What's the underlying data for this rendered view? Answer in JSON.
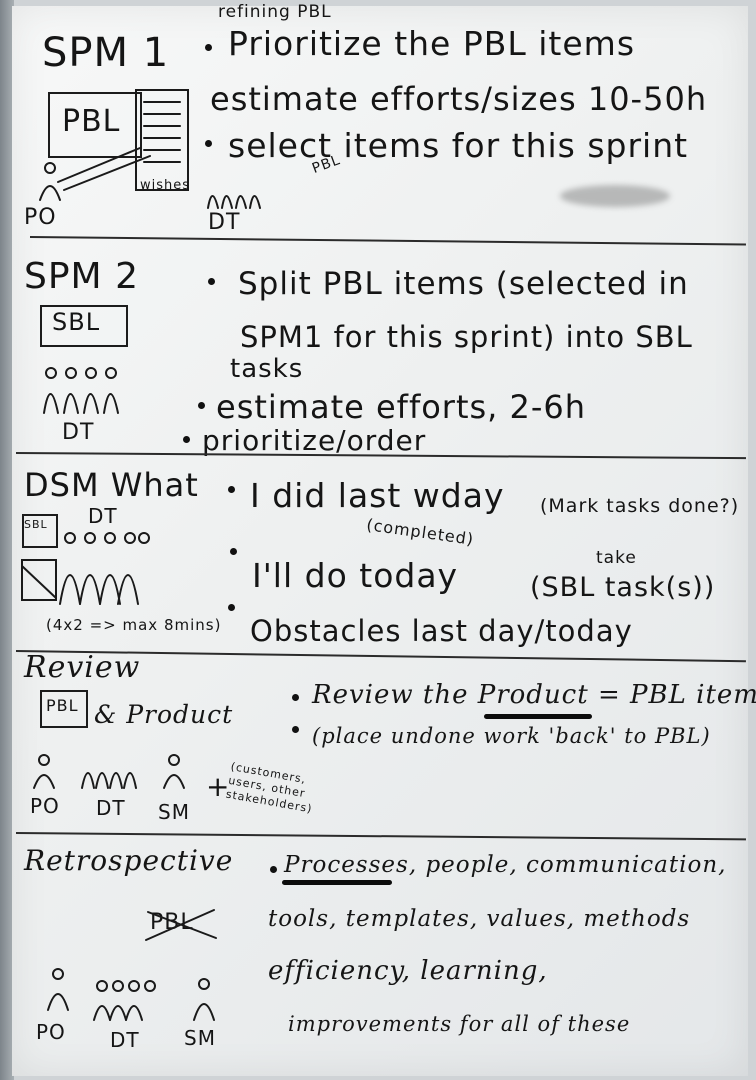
{
  "sections": {
    "spm1": {
      "title": "SPM 1",
      "note_top": "refining PBL",
      "bullets": [
        "Prioritize the PBL items",
        "estimate efforts/sizes 10-50h",
        "select items for this sprint"
      ],
      "insert_pbl": "PBL",
      "sketch": {
        "box_label": "PBL",
        "wishes_label": "wishes",
        "po_label": "PO",
        "dt_label": "DT"
      }
    },
    "spm2": {
      "title": "SPM 2",
      "bullets": [
        "Split PBL items (selected in",
        "SPM1 for this sprint) into SBL",
        "tasks",
        "estimate efforts, 2-6h",
        "prioritize/order"
      ],
      "sketch": {
        "box_label": "SBL",
        "dt_label": "DT"
      }
    },
    "dsm": {
      "title": "DSM What",
      "bullets": [
        "I did last wday",
        "I'll do today",
        "Obstacles last day/today"
      ],
      "notes": [
        "(completed)",
        "(Mark tasks done?)",
        "take",
        "(SBL task(s))"
      ],
      "sketch": {
        "box_label": "SBL",
        "dt_label": "DT",
        "time_note": "(4x2 => max 8mins)"
      }
    },
    "review": {
      "title": "Review",
      "bullets": [
        "Review the Product = PBL items",
        "(place undone work 'back' to PBL)"
      ],
      "sketch": {
        "box_label": "PBL",
        "product_label": "& Product",
        "roles": [
          "PO",
          "DT",
          "SM"
        ],
        "plus": "+",
        "others": "(customers, users, other stakeholders)"
      }
    },
    "retro": {
      "title": "Retrospective",
      "lines": [
        "Processes, people, communication,",
        "tools, templates, values, methods",
        "efficiency, learning,",
        "improvements for all of these"
      ],
      "crossed": "PBL",
      "sketch": {
        "roles": [
          "PO",
          "DT",
          "SM"
        ]
      }
    }
  }
}
